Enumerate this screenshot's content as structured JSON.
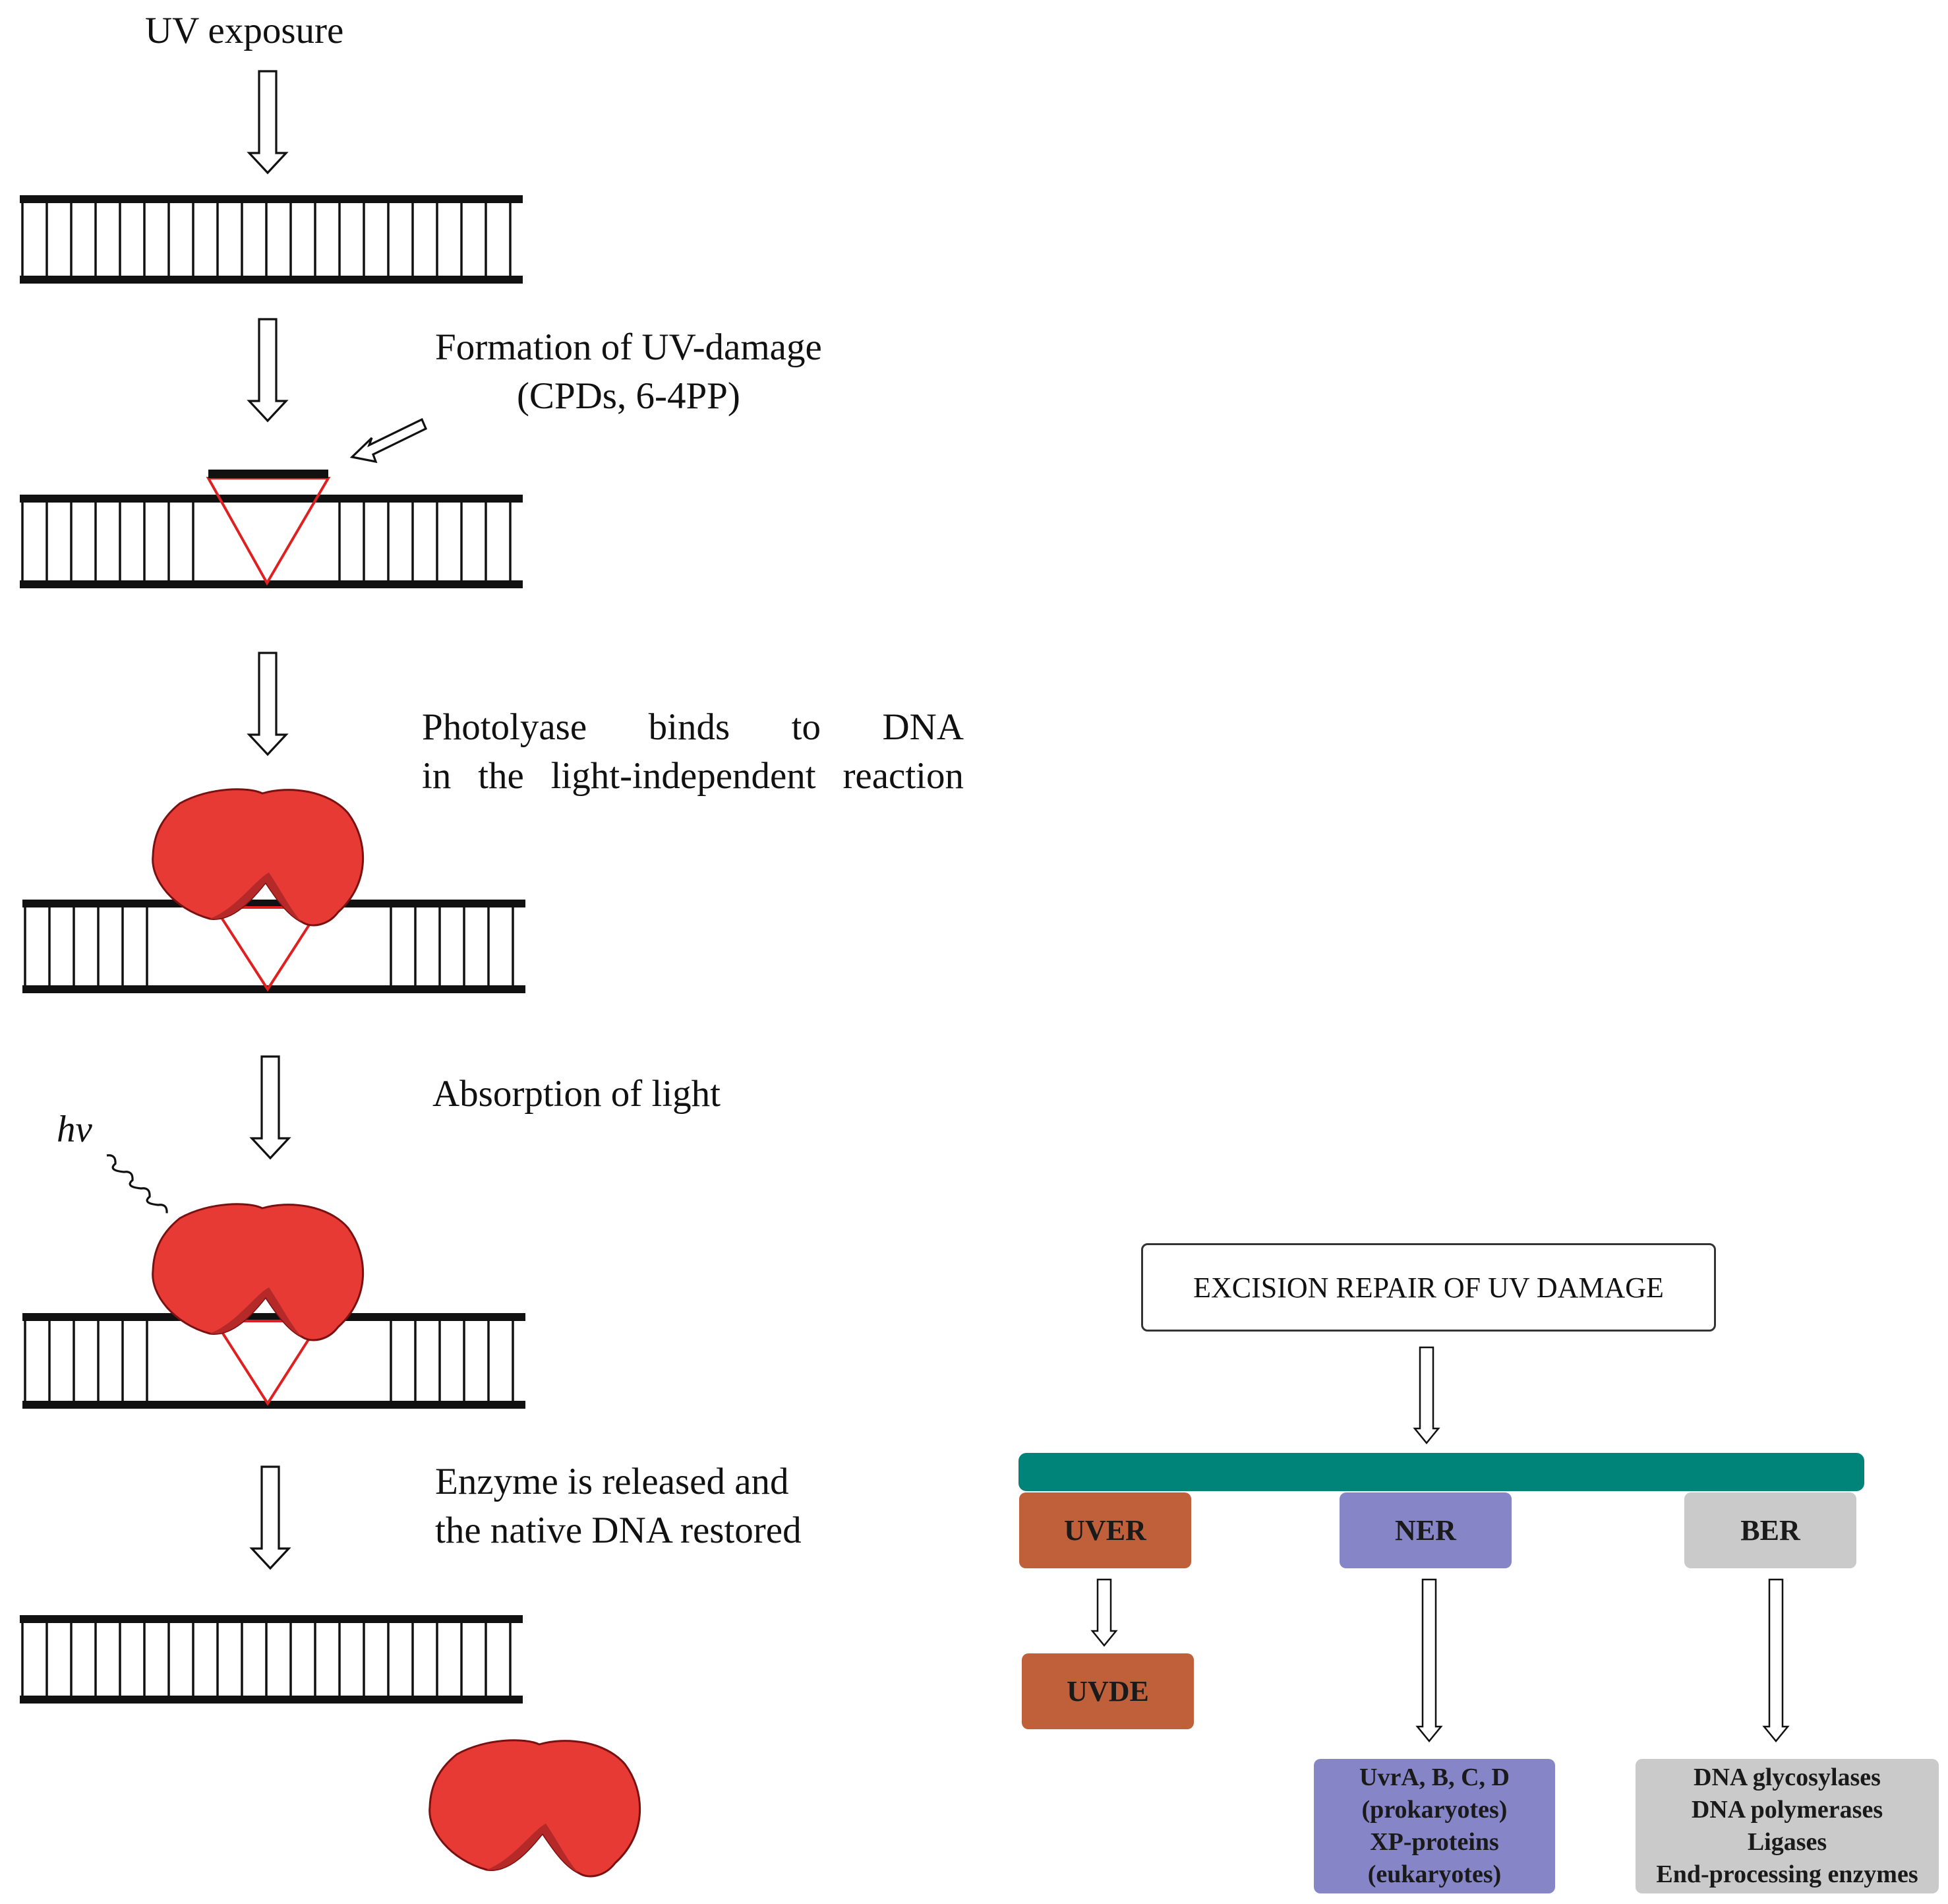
{
  "photoreactivation": {
    "uv_exposure": "UV exposure",
    "damage_formation": [
      "Formation of UV-damage",
      "(CPDs, 6-4PP)"
    ],
    "photolyase_binding": [
      "Photolyase binds to DNA",
      "in the light-independent reaction"
    ],
    "light_absorption": "Absorption of light",
    "photon_symbol": "hv",
    "release": [
      "Enzyme is released and",
      "the native DNA restored"
    ]
  },
  "excision_repair": {
    "title": "EXCISION REPAIR OF UV DAMAGE",
    "pathways": [
      {
        "name": "UVER",
        "color": "#c0603a",
        "details": [
          "UVDE"
        ]
      },
      {
        "name": "NER",
        "color": "#8585c8",
        "details": [
          "UvrA, B, C, D",
          "(prokaryotes)",
          "XP-proteins",
          "(eukaryotes)"
        ]
      },
      {
        "name": "BER",
        "color": "#cacaca",
        "details": [
          "DNA glycosylases",
          "DNA polymerases",
          "Ligases",
          "End-processing enzymes"
        ]
      }
    ],
    "bar_color": "#00847a"
  },
  "colors": {
    "enzyme_fill": "#e83a35",
    "enzyme_shadow": "#b52a28",
    "enzyme_outline": "#7a1010",
    "lesion": "#e02020",
    "dna": "#111111"
  }
}
